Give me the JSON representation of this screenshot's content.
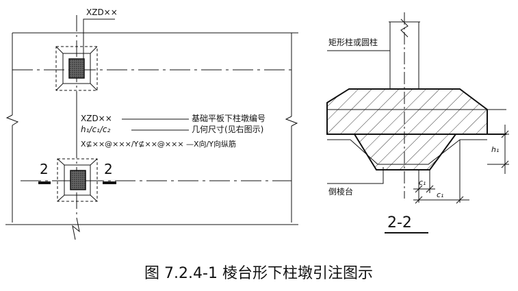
{
  "plan": {
    "top_mark": "XZD××",
    "annotation": {
      "line1": "XZD××",
      "line2": "h₁/c₁/c₂",
      "line3": "X⊈××@×××/Y⊈××@××× —X向/Y向纵筋",
      "desc1": "基础平板下柱墩编号",
      "desc2": "几何尺寸(见右图示)"
    },
    "section_mark_left": "2",
    "section_mark_right": "2"
  },
  "section": {
    "column_label": "矩形柱或圆柱",
    "pedestal_label": "倒棱台",
    "dim_h1": "h₁",
    "dim_c1a": "c₁",
    "dim_c1b": "c₁",
    "title": "2-2"
  },
  "caption": "图 7.2.4-1  棱台形下柱墩引注图示"
}
